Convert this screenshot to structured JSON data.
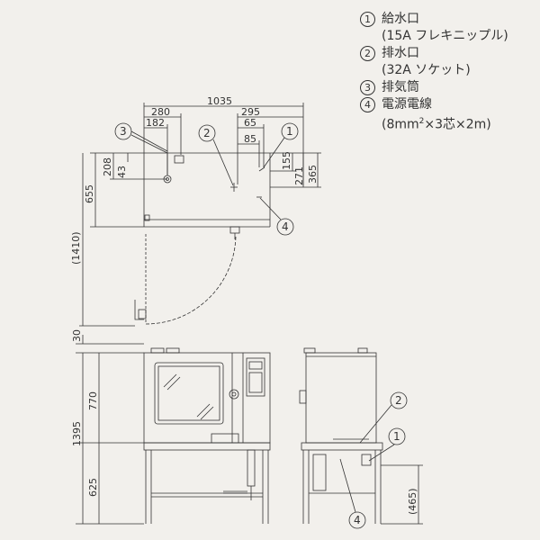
{
  "legend": [
    {
      "num": "1",
      "line1": "給水口",
      "line2": "(15A フレキニップル)"
    },
    {
      "num": "2",
      "line1": "排水口",
      "line2": "(32A ソケット)"
    },
    {
      "num": "3",
      "line1": "排気筒",
      "line2": ""
    },
    {
      "num": "4",
      "line1": "電源電線",
      "line2_pre": "(8mm",
      "line2_sup": "2",
      "line2_post": "×3芯×2m)"
    }
  ],
  "plan_dims": {
    "width_total": "1035",
    "d280": "280",
    "d182": "182",
    "d295": "295",
    "d65": "65",
    "d85": "85",
    "d208": "208",
    "d43": "43",
    "d655": "655",
    "d1410": "(1410)",
    "d155": "155",
    "d271": "271",
    "d365": "365"
  },
  "front_dims": {
    "d30": "30",
    "d770": "770",
    "d1395": "1395",
    "d625": "625"
  },
  "side_dims": {
    "d465": "(465)"
  },
  "callouts": {
    "c1": "1",
    "c2": "2",
    "c3": "3",
    "c4": "4"
  }
}
